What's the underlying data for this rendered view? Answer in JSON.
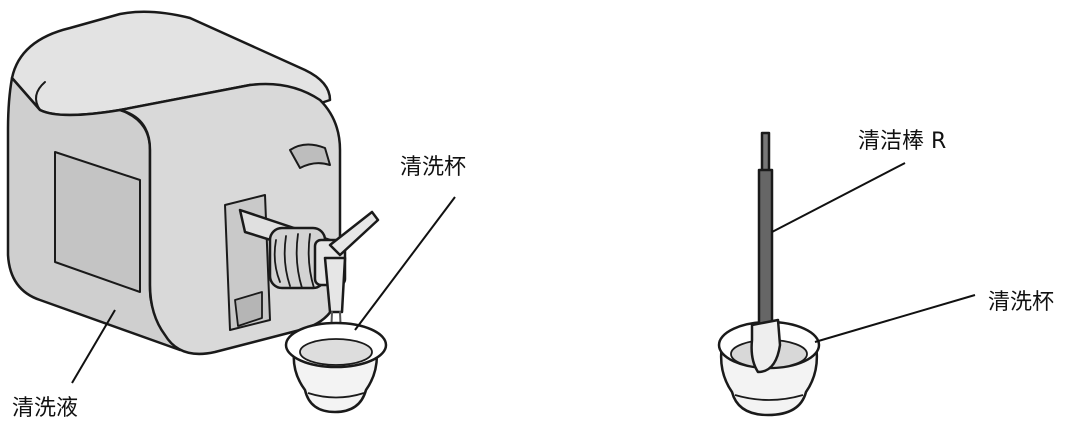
{
  "labels": {
    "cleaning_liquid": "清洗液",
    "cup_left": "清洗杯",
    "cleaning_stick": "清洁棒 R",
    "cup_right": "清洗杯"
  },
  "colors": {
    "tank_body": "#d6d6d6",
    "tank_shade": "#bdbdbd",
    "outline": "#1a1a1a",
    "stick": "#555555",
    "liquid": "#cfcfcf"
  }
}
